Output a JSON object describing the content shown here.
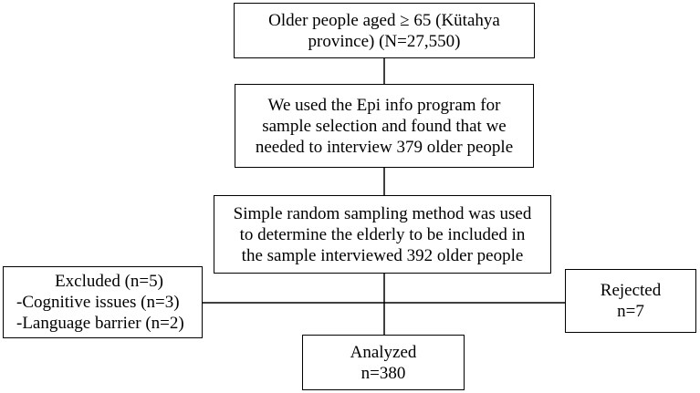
{
  "nodes": {
    "population": {
      "lines": [
        "Older people aged ≥ 65 (Kütahya",
        "province) (N=27,550)"
      ]
    },
    "sample_size": {
      "lines": [
        "We used the Epi info program for",
        "sample selection and found that we",
        "needed to interview 379 older people"
      ]
    },
    "sampling": {
      "lines": [
        "Simple random sampling method was used",
        "to determine the elderly to be included in",
        "the sample interviewed 392 older people"
      ]
    },
    "excluded": {
      "lines": [
        "Excluded (n=5)",
        "-Cognitive issues (n=3)",
        "-Language barrier (n=2)"
      ]
    },
    "rejected": {
      "lines": [
        "Rejected",
        "n=7"
      ]
    },
    "analyzed": {
      "lines": [
        "Analyzed",
        "n=380"
      ]
    }
  },
  "colors": {
    "stroke": "#000000",
    "background": "#ffffff"
  }
}
